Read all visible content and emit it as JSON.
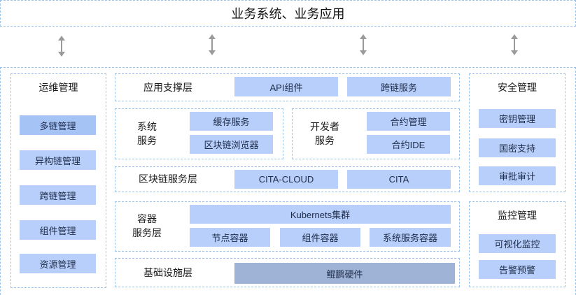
{
  "header": {
    "title": "业务系统、业务应用"
  },
  "ops": {
    "title": "运维管理",
    "items": [
      "多链管理",
      "异构链管理",
      "跨链管理",
      "组件管理",
      "资源管理"
    ]
  },
  "app_support": {
    "title": "应用支撑层",
    "items": [
      "API组件",
      "跨链服务"
    ]
  },
  "system_service": {
    "title_line1": "系统",
    "title_line2": "服务",
    "items": [
      "缓存服务",
      "区块链浏览器"
    ]
  },
  "developer_service": {
    "title_line1": "开发者",
    "title_line2": "服务",
    "items": [
      "合约管理",
      "合约IDE"
    ]
  },
  "blockchain_layer": {
    "title": "区块链服务层",
    "items": [
      "CITA-CLOUD",
      "CITA"
    ]
  },
  "container_layer": {
    "title_line1": "容器",
    "title_line2": "服务层",
    "cluster": "Kubernets集群",
    "items": [
      "节点容器",
      "组件容器",
      "系统服务容器"
    ]
  },
  "infra_layer": {
    "title": "基础设施层",
    "item": "鲲鹏硬件"
  },
  "security": {
    "title": "安全管理",
    "items": [
      "密钥管理",
      "国密支持",
      "审批审计"
    ]
  },
  "monitor": {
    "title": "监控管理",
    "items": [
      "可视化监控",
      "告警预警"
    ]
  }
}
